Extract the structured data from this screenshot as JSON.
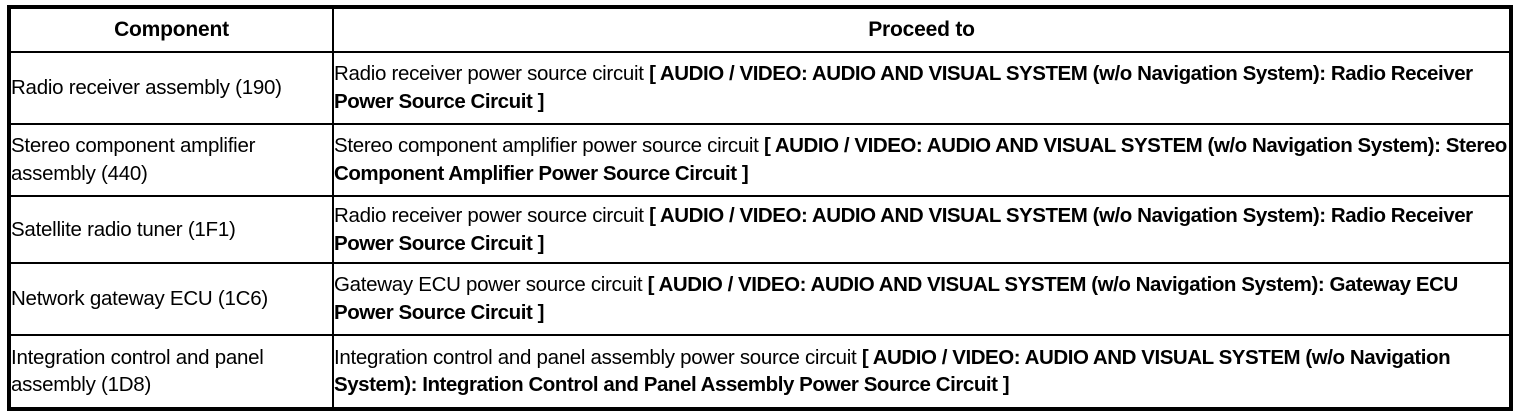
{
  "table": {
    "headers": {
      "component": "Component",
      "proceed_to": "Proceed to"
    },
    "rows": [
      {
        "component": "Radio receiver assembly (190)",
        "proceed_plain": "Radio receiver power source circuit ",
        "proceed_ref": "[ AUDIO / VIDEO: AUDIO AND VISUAL SYSTEM (w/o Navigation System): Radio Receiver Power Source Circuit ]"
      },
      {
        "component": "Stereo component amplifier assembly (440)",
        "proceed_plain": "Stereo component amplifier power source circuit ",
        "proceed_ref": "[ AUDIO / VIDEO: AUDIO AND VISUAL SYSTEM (w/o Navigation System): Stereo Component Amplifier Power Source Circuit ]"
      },
      {
        "component": "Satellite radio tuner (1F1)",
        "proceed_plain": "Radio receiver power source circuit ",
        "proceed_ref": "[ AUDIO / VIDEO: AUDIO AND VISUAL SYSTEM (w/o Navigation System): Radio Receiver Power Source Circuit ]"
      },
      {
        "component": "Network gateway ECU (1C6)",
        "proceed_plain": "Gateway ECU power source circuit ",
        "proceed_ref": "[ AUDIO / VIDEO: AUDIO AND VISUAL SYSTEM (w/o Navigation System): Gateway ECU Power Source Circuit ]"
      },
      {
        "component": "Integration control and panel assembly (1D8)",
        "proceed_plain": "Integration control and panel assembly power source circuit ",
        "proceed_ref": "[ AUDIO / VIDEO: AUDIO AND VISUAL SYSTEM (w/o Navigation System): Integration Control and Panel Assembly Power Source Circuit ]"
      }
    ]
  },
  "colors": {
    "border": "#000000",
    "text": "#000000",
    "background": "#ffffff"
  }
}
